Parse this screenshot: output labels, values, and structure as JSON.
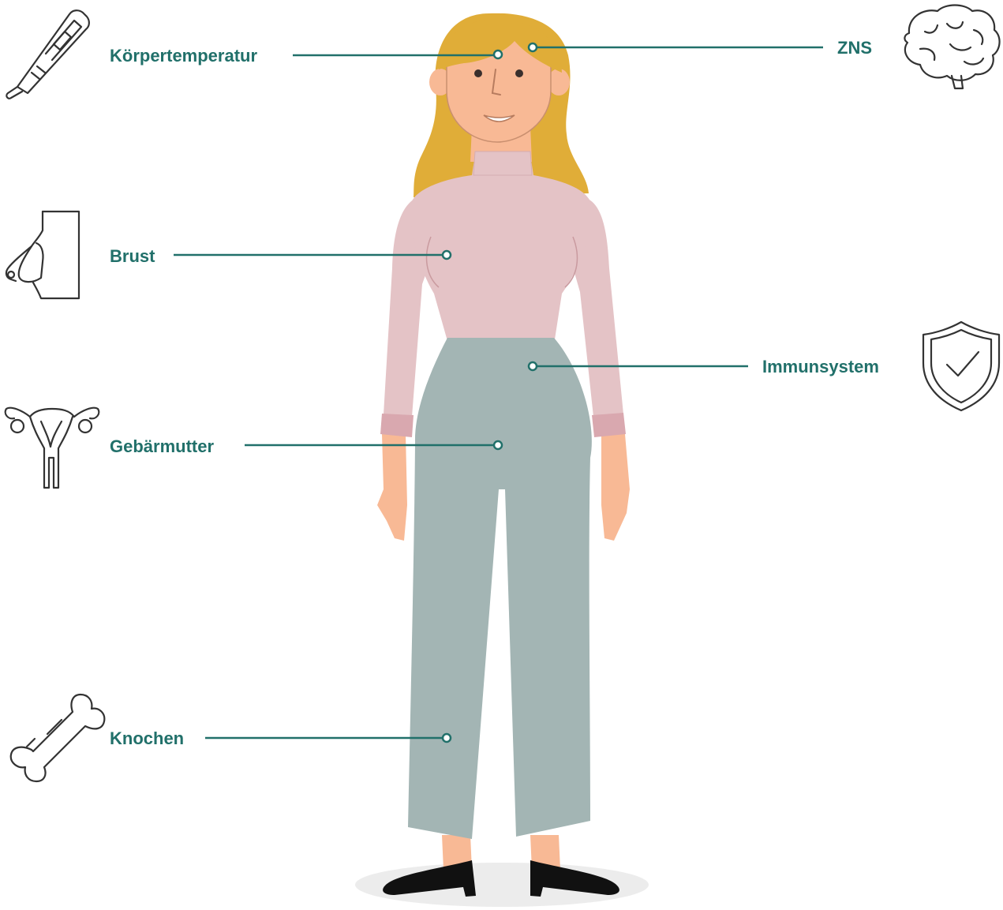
{
  "labels": {
    "body_temperature": "Körpertemperatur",
    "breast": "Brust",
    "uterus": "Gebärmutter",
    "bones": "Knochen",
    "cns": "ZNS",
    "immune_system": "Immunsystem"
  },
  "icons": {
    "body_temperature": "thermometer-icon",
    "breast": "breast-icon",
    "uterus": "uterus-icon",
    "bones": "bone-icon",
    "cns": "brain-icon",
    "immune_system": "shield-check-icon"
  },
  "colors": {
    "accent": "#21706a",
    "hair": "#e0ad38",
    "skin": "#f8b995",
    "sweater": "#e4c3c6",
    "cuff": "#d9a8af",
    "pants": "#a3b5b4",
    "shoes": "#111111",
    "shadow": "#ececec",
    "icon_stroke": "#333333"
  }
}
